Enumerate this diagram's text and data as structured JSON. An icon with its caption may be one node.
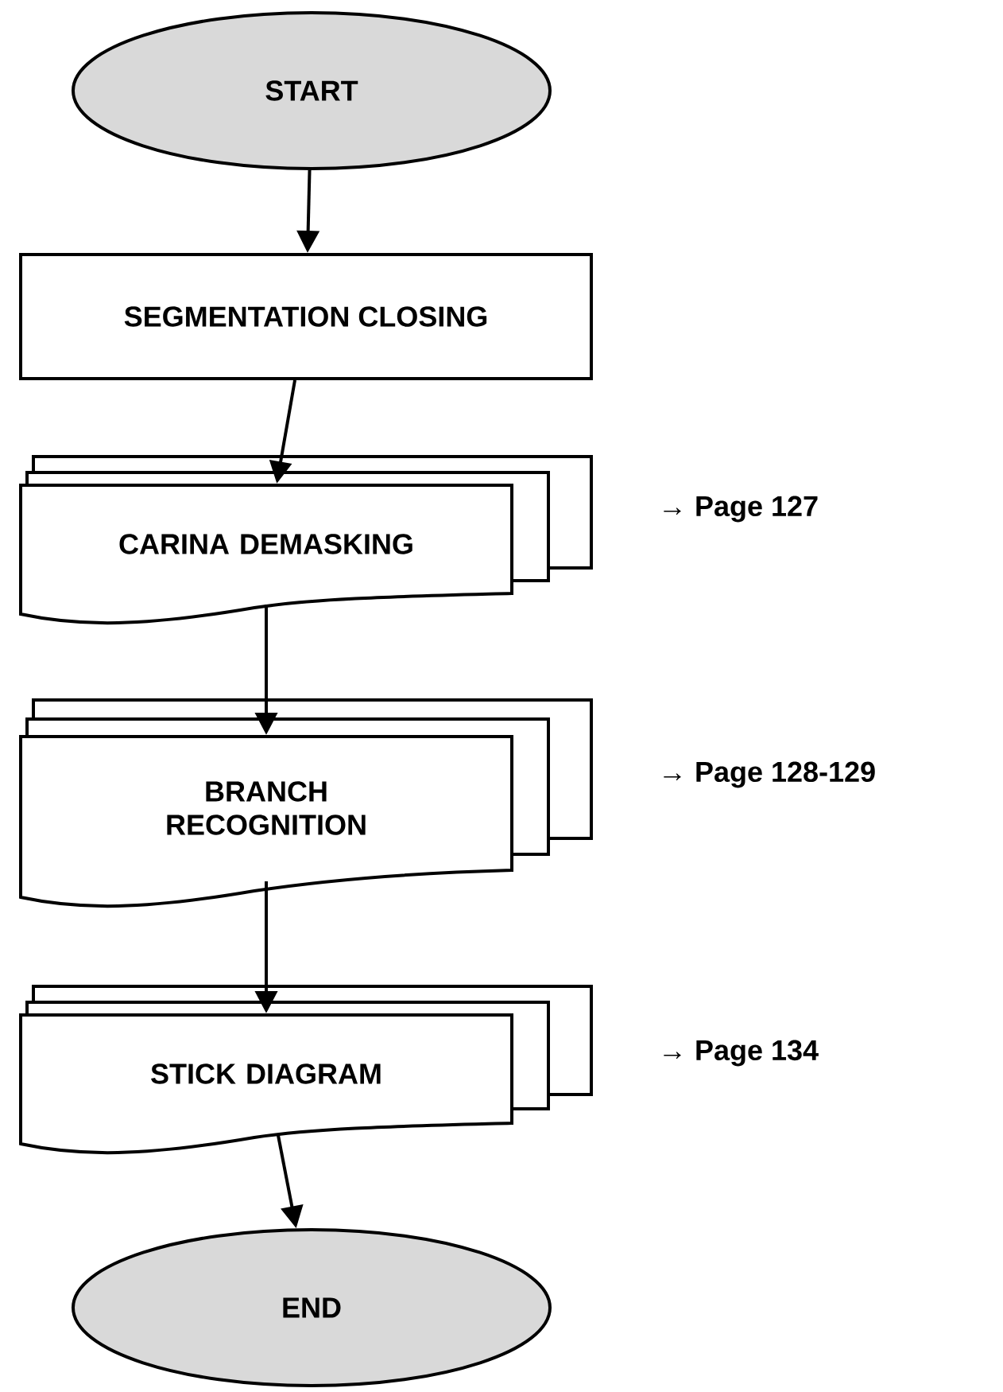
{
  "diagram": {
    "nodes": [
      {
        "text": [
          "START"
        ]
      },
      {
        "text": [
          "SEGMENTATION CLOSING"
        ]
      },
      {
        "text": [
          "CARINA DEMASKING"
        ],
        "beside": [
          "→ Page 127"
        ]
      },
      {
        "text": [
          "BRANCH RECOGNITION"
        ],
        "beside": [
          "→ Page 128-129"
        ]
      },
      {
        "text": [
          "STICK DIAGRAM"
        ],
        "beside": [
          "→ Page 134"
        ]
      },
      {
        "text": [
          "END"
        ]
      }
    ],
    "edges": [
      {
        "from": 0,
        "to": 1,
        "arrow": "to"
      },
      {
        "from": 1,
        "to": 2,
        "arrow": "to"
      },
      {
        "from": 2,
        "to": 3,
        "arrow": "to"
      },
      {
        "from": 3,
        "to": 4,
        "arrow": "to"
      },
      {
        "from": 4,
        "to": 5,
        "arrow": "to"
      }
    ]
  }
}
